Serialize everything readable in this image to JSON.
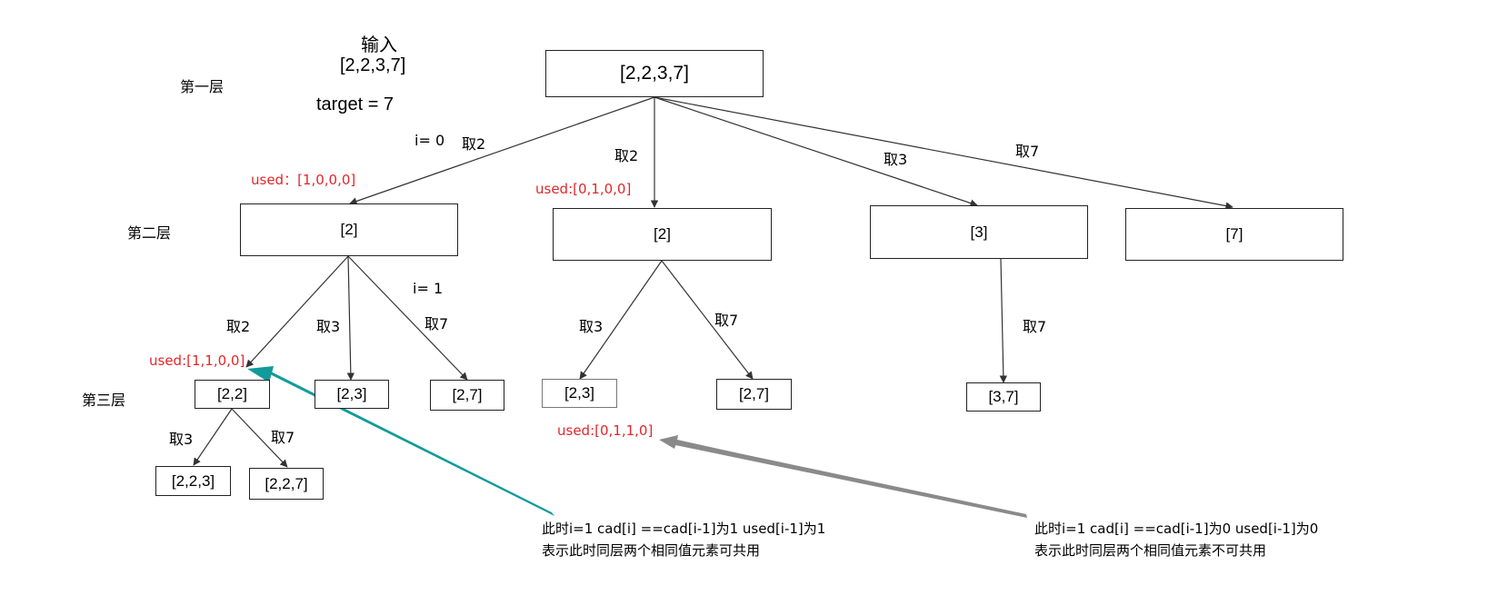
{
  "input": {
    "title": "输入",
    "array": "[2,2,3,7]",
    "target": "target = 7"
  },
  "levels": {
    "l1": "第一层",
    "l2": "第二层",
    "l3": "第三层"
  },
  "nodes": {
    "root": "[2,2,3,7]",
    "n2a": "[2]",
    "n2b": "[2]",
    "n3": "[3]",
    "n7": "[7]",
    "n22": "[2,2]",
    "n23a": "[2,3]",
    "n27a": "[2,7]",
    "n23b": "[2,3]",
    "n27b": "[2,7]",
    "n37": "[3,7]",
    "n223": "[2,2,3]",
    "n227": "[2,2,7]"
  },
  "edges": {
    "i0": "i= 0",
    "take2_root_a": "取2",
    "take2_root_b": "取2",
    "take3_root": "取3",
    "take7_root": "取7",
    "i1": "i= 1",
    "take2_l2a": "取2",
    "take3_l2a": "取3",
    "take7_l2a": "取7",
    "take3_l2b": "取3",
    "take7_l2b": "取7",
    "take7_l2c": "取7",
    "take3_l3": "取3",
    "take7_l3": "取7"
  },
  "used": {
    "u1000": "used：[1,0,0,0]",
    "u0100": "used:[0,1,0,0]",
    "u1100": "used:[1,1,0,0]",
    "u0110": "used:[0,1,1,0]"
  },
  "notes": {
    "left_line1": "此时i=1 cad[i] ==cad[i-1]为1 used[i-1]为1",
    "left_line2": "表示此时同层两个相同值元素可共用",
    "right_line1": "此时i=1 cad[i] ==cad[i-1]为0 used[i-1]为0",
    "right_line2": "表示此时同层两个相同值元素不可共用"
  },
  "colors": {
    "used_text": "#e3262a",
    "teal_arrow": "#139a9a",
    "gray_arrow": "#8a8a8a"
  }
}
